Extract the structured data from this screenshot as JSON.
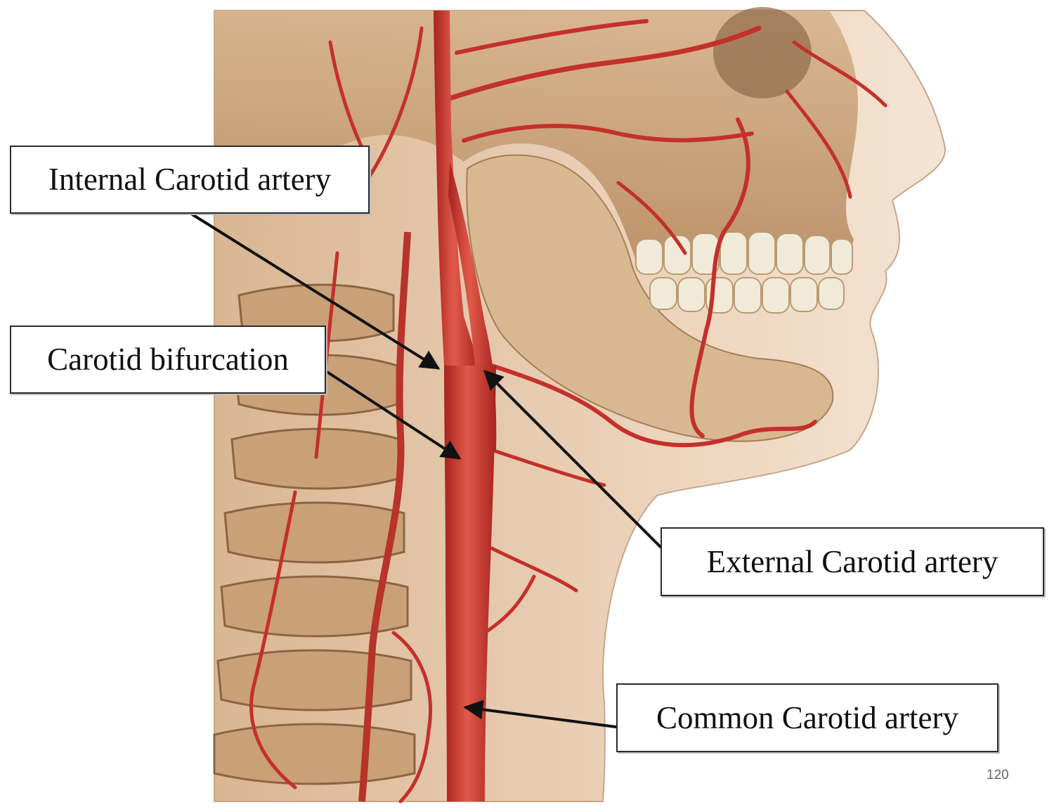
{
  "labels": {
    "internal_carotid": "Internal Carotid artery",
    "carotid_bifurcation": "Carotid bifurcation",
    "external_carotid": "External Carotid artery",
    "common_carotid": "Common Carotid artery"
  },
  "page_number": "120",
  "colors": {
    "background": "#ffffff",
    "skin": "#e9cdb2",
    "bone": "#c8a37c",
    "artery": "#c8302a",
    "artery_highlight": "#e25a4c",
    "teeth": "#f1ead8",
    "label_border": "#2b2b2b",
    "arrow": "#111111"
  }
}
